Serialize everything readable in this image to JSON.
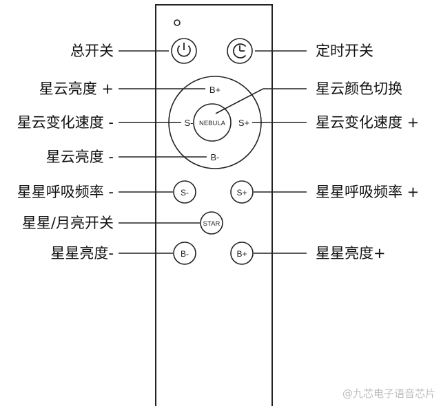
{
  "labels": {
    "power": "总开关",
    "timer": "定时开关",
    "nebula_brightness_up": "星云亮度 +",
    "nebula_color_switch": "星云颜色切换",
    "nebula_speed_down": "星云变化速度 -",
    "nebula_speed_up": "星云变化速度 +",
    "nebula_brightness_down": "星云亮度 -",
    "star_breath_down": "星星呼吸频率 -",
    "star_breath_up": "星星呼吸频率 +",
    "star_moon_toggle": "星星/月亮开关",
    "star_brightness_down": "星星亮度-",
    "star_brightness_up": "星星亮度+"
  },
  "buttons": {
    "b_plus": "B+",
    "b_minus": "B-",
    "s_minus": "S-",
    "s_plus": "S+",
    "nebula": "NEBULA",
    "star_s_minus": "S-",
    "star_s_plus": "S+",
    "star": "STAR",
    "star_b_minus": "B-",
    "star_b_plus": "B+"
  },
  "watermark": "@九芯电子语音芯片"
}
